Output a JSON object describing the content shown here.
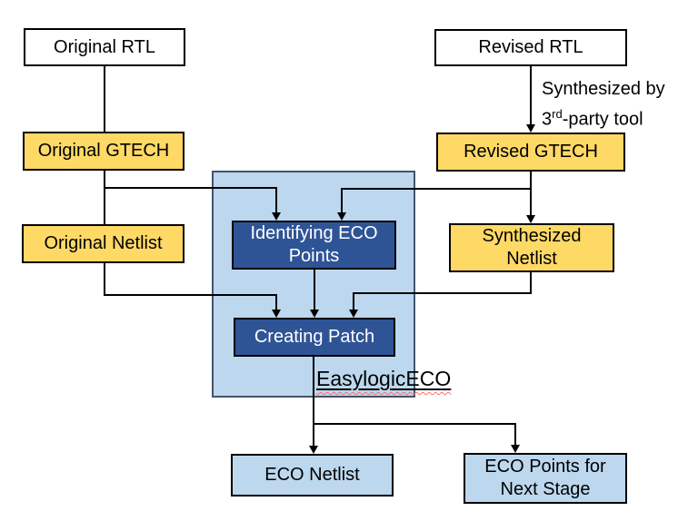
{
  "colors": {
    "bg": "#ffffff",
    "text": "#000000",
    "line": "#000000",
    "box-border": "#000000",
    "white-box": "#ffffff",
    "yellow": "#FFD966",
    "dark-blue": "#2F5496",
    "dark-box-text": "#ffffff",
    "light-blue": "#BDD7EE",
    "container-border": "#44546A",
    "spellcheck-red": "#FF6B6B"
  },
  "nodes": {
    "original_rtl": "Original RTL",
    "revised_rtl": "Revised RTL",
    "original_gtech": "Original GTECH",
    "revised_gtech": "Revised GTECH",
    "original_netlist": "Original Netlist",
    "synthesized_netlist": "Synthesized Netlist",
    "identifying_eco_points": "Identifying ECO Points",
    "creating_patch": "Creating Patch",
    "eco_netlist": "ECO Netlist",
    "eco_points_next_stage": "ECO Points for Next Stage"
  },
  "labels": {
    "tool_name": "EasylogicECO",
    "synthesis_note_line1": "Synthesized by",
    "synthesis_note_base": "3",
    "synthesis_note_sup": "rd",
    "synthesis_note_rest": "-party tool"
  }
}
